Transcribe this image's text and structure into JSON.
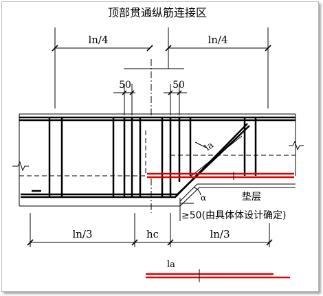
{
  "diagram": {
    "title": "顶部贯通纵筋连接区",
    "dims_top": {
      "left": "ln/4",
      "right": "ln/4"
    },
    "offsets": {
      "left": "50",
      "right": "50"
    },
    "anchor_label": "la",
    "angle_label": "α",
    "cushion_label": "垫层",
    "min_note": "≥50(由具体体设计确定)",
    "dims_bottom": {
      "left": "ln/3",
      "middle": "hc",
      "right": "ln/3"
    },
    "legend_label": "la",
    "colors": {
      "rebar_highlight": "#e00000",
      "line": "#000000"
    }
  }
}
